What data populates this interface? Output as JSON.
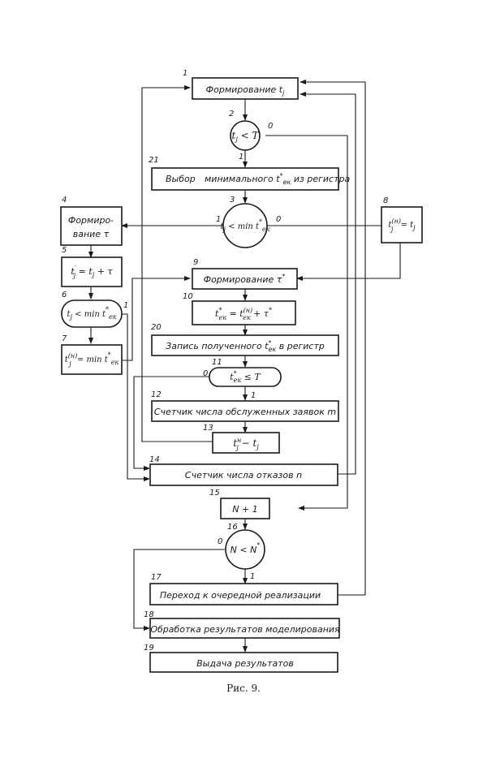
{
  "figure": {
    "caption": "Рис. 9."
  },
  "blocks": {
    "b1": {
      "num": "1",
      "text": "Формирование t",
      "sub": "j"
    },
    "b2": {
      "num": "2",
      "text": "t",
      "sub": "j",
      "rest": " < T",
      "out_yes": "1",
      "out_no": "0"
    },
    "b21": {
      "num": "21",
      "text_a": "Выбор",
      "text_b": "минимального t",
      "sup": "*",
      "sub": "ек",
      "text_c": " из регистра"
    },
    "b3": {
      "num": "3",
      "text": "t",
      "sub": "j",
      "rest": " < min t",
      "sup2": "*",
      "sub2": "ек",
      "out_yes": "1",
      "out_no": "0"
    },
    "b4": {
      "num": "4",
      "line1": "Формиро-",
      "line2": "вание τ"
    },
    "b5": {
      "num": "5",
      "text": "t",
      "sup": "′",
      "sub": "j",
      "rest": " = t",
      "sub2": "j",
      "rest2": " + τ"
    },
    "b6": {
      "num": "6",
      "text": "t",
      "sub": "j",
      "rest": " < min t",
      "sup2": "*",
      "sub2": "ек",
      "out_yes": "1"
    },
    "b7": {
      "num": "7",
      "text": "t",
      "sup": "(н)",
      "sub": "j",
      "rest": " = min t",
      "sup2": "*",
      "sub2": "ек"
    },
    "b8": {
      "num": "8",
      "text": "t",
      "sup": "(н)",
      "sub": "j",
      "rest": " = t",
      "sub2": "j"
    },
    "b9": {
      "num": "9",
      "text": "Формирование τ",
      "sup": "*"
    },
    "b10": {
      "num": "10",
      "text": "t",
      "sup": "*",
      "sub": "ек",
      "rest": " = t",
      "sup2": "(н)",
      "sub2": "ек",
      "rest2": " + τ",
      "sup3": "*"
    },
    "b20": {
      "num": "20",
      "text_a": "Запись полученного t",
      "sup": "*",
      "sub": "ек",
      "text_b": " в регистр"
    },
    "b11": {
      "num": "11",
      "text": "t",
      "sup": "*",
      "sub": "ек",
      "rest": " ≤ T",
      "out_yes": "1",
      "out_no": "0"
    },
    "b12": {
      "num": "12",
      "text": "Счетчик числа обслуженных заявок m"
    },
    "b13": {
      "num": "13",
      "text": "t",
      "sup": "н",
      "sub": "j",
      "rest": " − t",
      "sub2": "j"
    },
    "b14": {
      "num": "14",
      "text": "Счетчик числа отказов n"
    },
    "b15": {
      "num": "15",
      "text": "N + 1"
    },
    "b16": {
      "num": "16",
      "text": "N < N",
      "sup": "*",
      "out_yes": "1",
      "out_no": "0"
    },
    "b17": {
      "num": "17",
      "text": "Переход к очередной реализации"
    },
    "b18": {
      "num": "18",
      "text": "Обработка результатов моделирования"
    },
    "b19": {
      "num": "19",
      "text": "Выдача результатов"
    }
  }
}
